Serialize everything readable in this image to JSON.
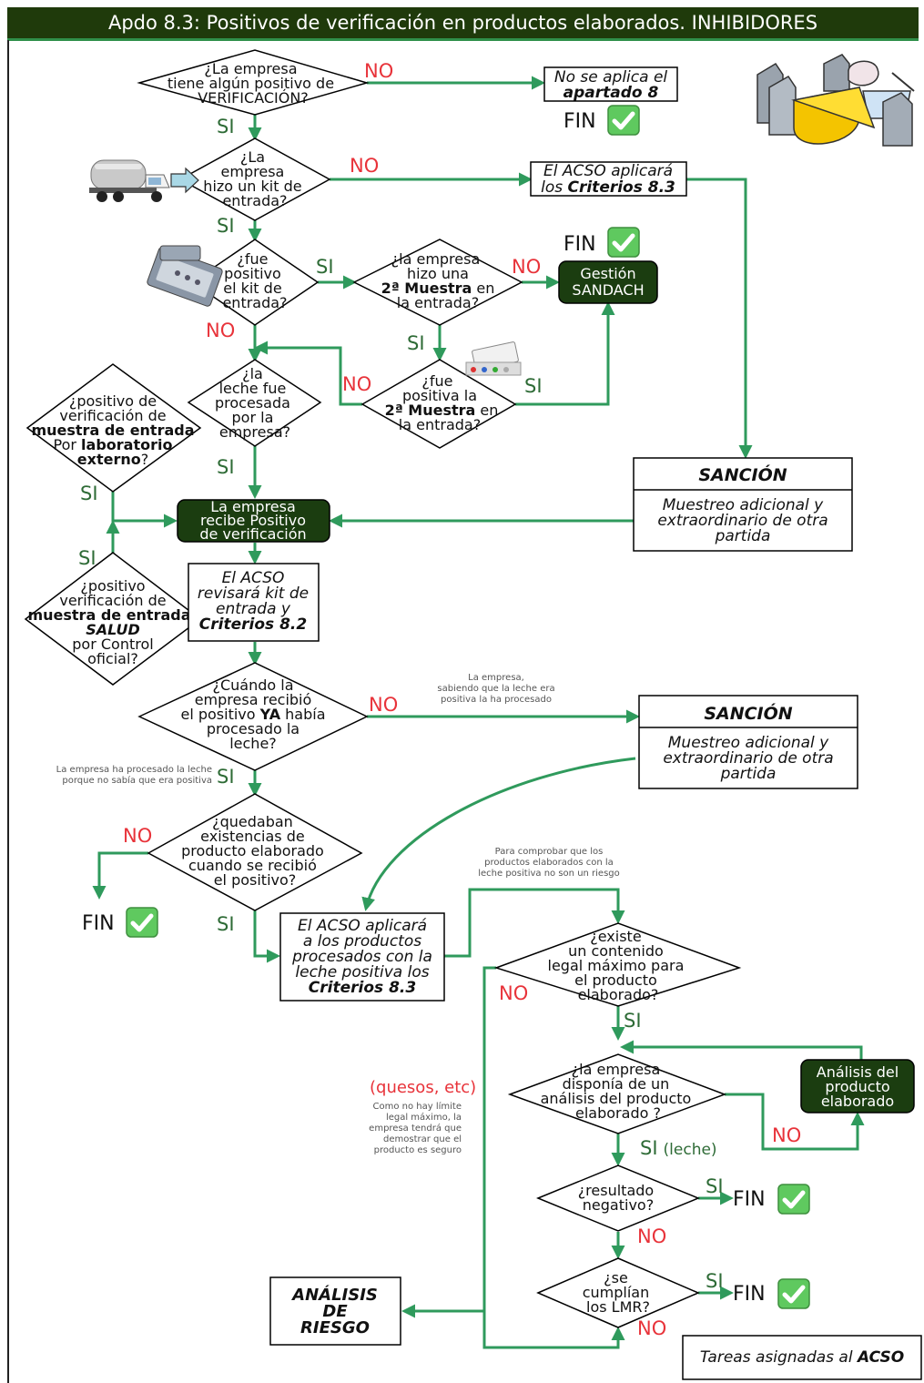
{
  "title": "Apdo 8.3: Positivos de verificación en productos elaborados. INHIBIDORES",
  "labels": {
    "no": "NO",
    "si": "SI",
    "fin": "FIN",
    "si_leche": "SI",
    "leche": "(leche)",
    "quesos": "(quesos, etc)"
  },
  "nodes": {
    "d1": [
      "¿La empresa",
      "tiene algún positivo de",
      "VERIFICACIÓN?"
    ],
    "no_aplica": [
      "No se aplica el",
      "apartado 8"
    ],
    "d2": [
      "¿La",
      "empresa",
      "hizo un kit de",
      "entrada?"
    ],
    "acso_83": [
      "El ACSO aplicará",
      "los ",
      "Criterios 8.3"
    ],
    "d3": [
      "¿fue",
      "positivo",
      "el kit de",
      "entrada?"
    ],
    "d4": [
      "¿la empresa",
      "hizo una",
      "2ª Muestra",
      " en",
      "la entrada?"
    ],
    "sandach": [
      "Gestión",
      "SANDACH"
    ],
    "d5": [
      "¿fue",
      "positiva  la",
      "2ª Muestra",
      " en",
      "la entrada?"
    ],
    "d6": [
      "¿la",
      "leche fue",
      "procesada",
      "por la",
      "empresa?"
    ],
    "d_ext": [
      "¿positivo de",
      "verificación de",
      "muestra de entrada",
      "Por ",
      "laboratorio",
      "externo",
      "?"
    ],
    "sancion1": [
      "SANCIÓN",
      "Muestreo adicional y",
      "extraordinario de otra",
      "partida"
    ],
    "recibe": [
      "La empresa",
      "recibe Positivo",
      "de verificación"
    ],
    "d_salud": [
      "¿positivo",
      "verificación de",
      "muestra de entrada",
      "SALUD",
      "por Control",
      "oficial?"
    ],
    "acso_82": [
      "El ACSO",
      "revisará kit de",
      "entrada y",
      "Criterios 8.2"
    ],
    "d7": [
      "¿Cuándo la",
      "empresa recibió",
      "el positivo ",
      "YA",
      " había",
      "procesado la",
      "leche?"
    ],
    "sancion2": [
      "SANCIÓN",
      "Muestreo adicional y",
      "extraordinario de otra",
      "partida"
    ],
    "d8": [
      "¿quedaban",
      "existencias de",
      "producto elaborado",
      "cuando se recibió",
      "el positivo?"
    ],
    "acso_prod": [
      "El ACSO aplicará",
      "a los productos",
      "procesados con la",
      "leche positiva los",
      "Criterios 8.3"
    ],
    "d9": [
      "¿existe",
      "un contenido",
      "legal máximo para",
      "el producto",
      "elaborado?"
    ],
    "d10": [
      "¿la empresa",
      "disponía de un",
      "análisis del producto",
      "elaborado ?"
    ],
    "analisis_prod": [
      "Análisis del",
      "producto",
      "elaborado"
    ],
    "d11": [
      "¿resultado",
      "negativo?"
    ],
    "d12": [
      "¿se",
      "cumplían",
      "los LMR?"
    ],
    "riesgo": [
      "ANÁLISIS",
      "DE",
      "RIESGO"
    ],
    "legend": [
      "Tareas asignadas al ",
      "ACSO"
    ]
  },
  "notes": {
    "sabiendo": [
      "La empresa,",
      "sabiendo que la leche era",
      "positiva la ha procesado"
    ],
    "no_sabia": [
      "La empresa ha procesado la leche",
      "porque no sabía que era positiva"
    ],
    "comprobar": [
      "Para comprobar que los",
      "productos elaborados con la",
      "leche positiva no son un riesgo"
    ],
    "sin_limite": [
      "Como no hay límite",
      "legal máximo, la",
      "empresa tendrá que",
      "demostrar que el",
      "producto es seguro"
    ]
  },
  "colors": {
    "title_bg": "#1f3a0b",
    "arrow": "#2f9a5c",
    "dark_box": "#1b3d10",
    "no": "#e8333a",
    "si": "#2e6b36"
  },
  "icons": [
    "check-icon",
    "tanker-truck-icon",
    "test-kit-icon",
    "dairy-products-icon"
  ]
}
